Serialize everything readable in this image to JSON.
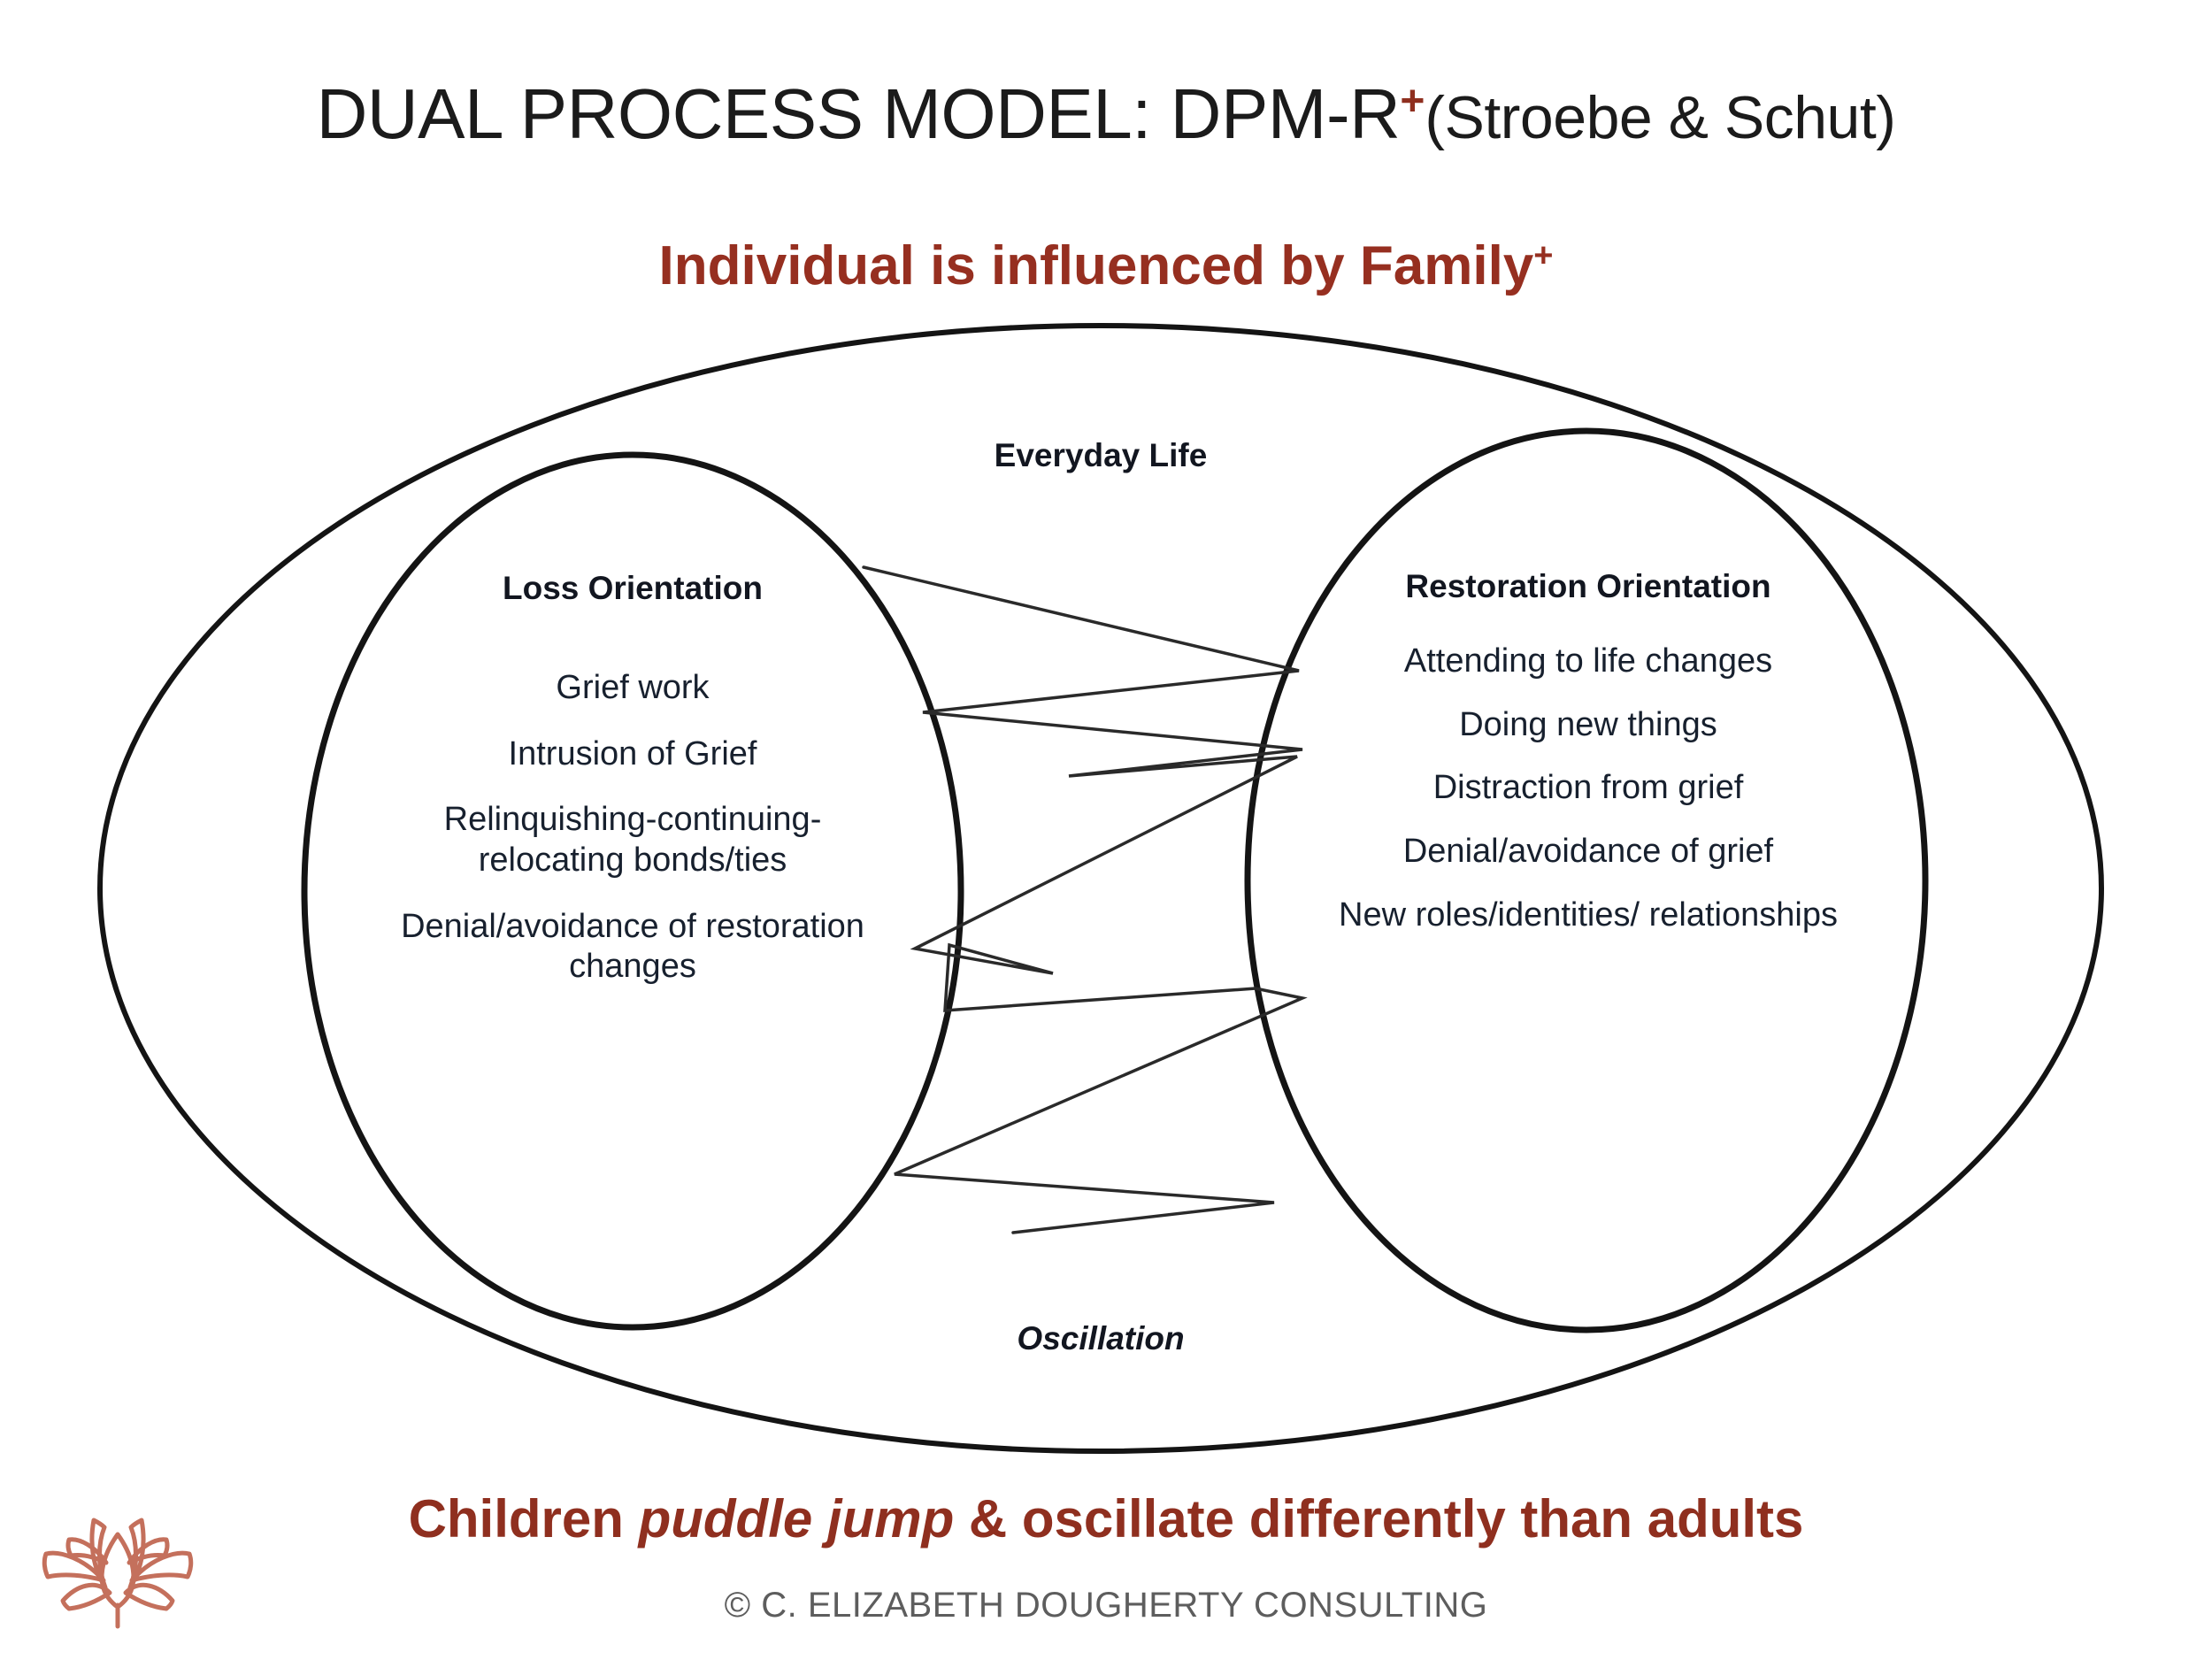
{
  "page": {
    "background": "#ffffff",
    "ink": "#1b1b1b",
    "accent_red": "#962f20",
    "logo_color": "#c4705c",
    "copyright_color": "#5d5d5d"
  },
  "title": {
    "main": "DUAL PROCESS MODEL: DPM-R",
    "superscript": "+",
    "parenthetical": "(Stroebe & Schut)"
  },
  "subtitle": {
    "text": "Individual is influenced by Family",
    "superscript": "+"
  },
  "diagram": {
    "outer_label": "Everyday Life",
    "oscillation_label": "Oscillation",
    "left": {
      "heading": "Loss Orientation",
      "items": [
        "Grief work",
        "Intrusion of Grief",
        "Relinquishing-continuing-relocating bonds/ties",
        "Denial/avoidance of restoration changes"
      ]
    },
    "right": {
      "heading": "Restoration Orientation",
      "items": [
        "Attending to life changes",
        "Doing new things",
        "Distraction from grief",
        "Denial/avoidance of grief",
        "New roles/identities/ relationships"
      ]
    }
  },
  "footer": {
    "lead": "Children ",
    "emphasis": "puddle jump",
    "tail": " & oscillate differently than adults",
    "copyright": "© C. ELIZABETH DOUGHERTY CONSULTING"
  }
}
